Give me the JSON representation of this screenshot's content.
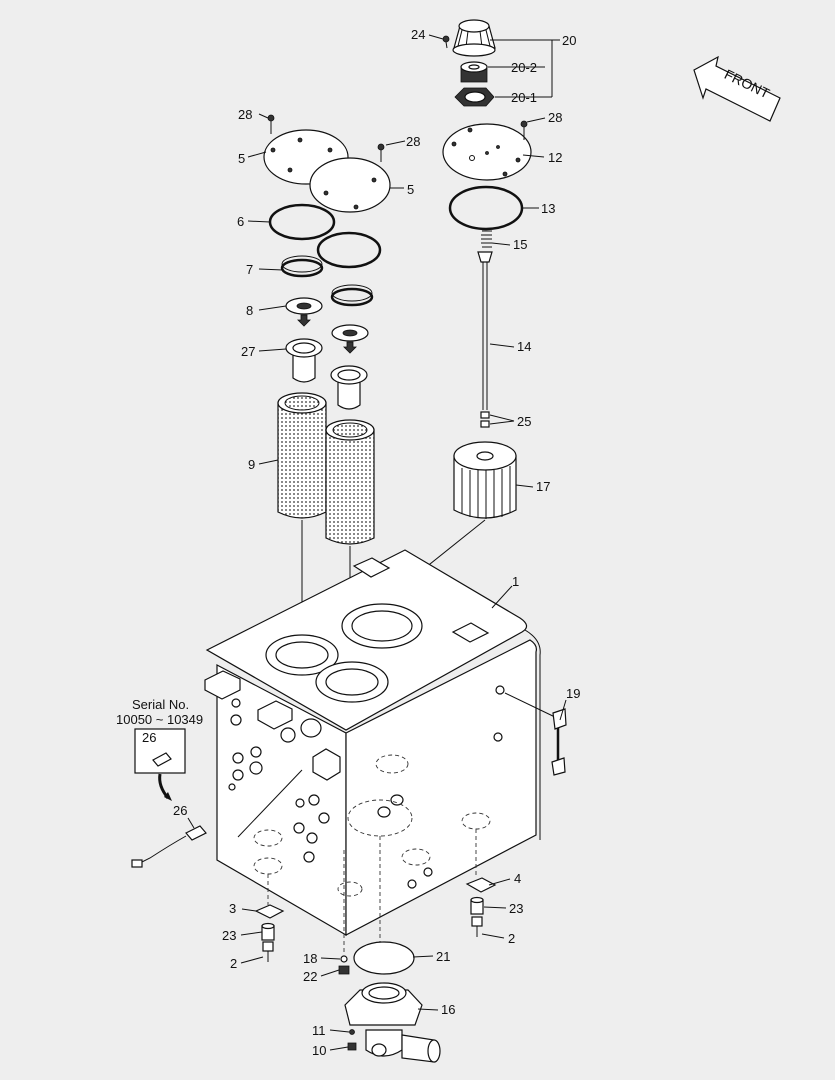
{
  "front_label": "FRONT",
  "serial_box": {
    "line1": "Serial No.",
    "line2": "10050 ~ 10349",
    "inner_label": "26"
  },
  "callouts": [
    "1",
    "2",
    "2",
    "2",
    "3",
    "4",
    "5",
    "5",
    "6",
    "7",
    "8",
    "9",
    "10",
    "11",
    "12",
    "13",
    "14",
    "15",
    "16",
    "17",
    "18",
    "19",
    "20",
    "20-1",
    "20-2",
    "21",
    "22",
    "23",
    "23",
    "23",
    "24",
    "25",
    "26",
    "27",
    "28",
    "28",
    "28"
  ]
}
